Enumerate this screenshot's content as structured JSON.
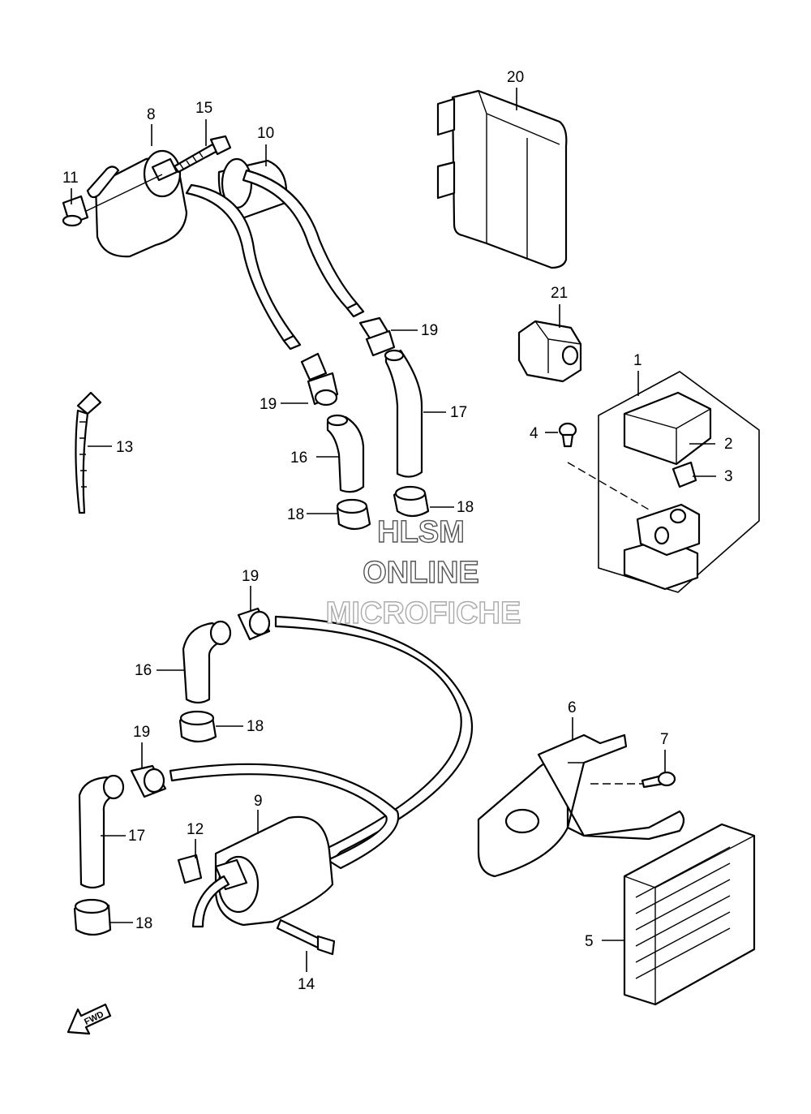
{
  "callouts": [
    {
      "id": "c1",
      "text": "1"
    },
    {
      "id": "c2",
      "text": "2"
    },
    {
      "id": "c3",
      "text": "3"
    },
    {
      "id": "c4",
      "text": "4"
    },
    {
      "id": "c5",
      "text": "5"
    },
    {
      "id": "c6",
      "text": "6"
    },
    {
      "id": "c7",
      "text": "7"
    },
    {
      "id": "c8",
      "text": "8"
    },
    {
      "id": "c9",
      "text": "9"
    },
    {
      "id": "c10",
      "text": "10"
    },
    {
      "id": "c11",
      "text": "11"
    },
    {
      "id": "c12",
      "text": "12"
    },
    {
      "id": "c13",
      "text": "13"
    },
    {
      "id": "c14",
      "text": "14"
    },
    {
      "id": "c15",
      "text": "15"
    },
    {
      "id": "c16a",
      "text": "16"
    },
    {
      "id": "c16b",
      "text": "16"
    },
    {
      "id": "c17a",
      "text": "17"
    },
    {
      "id": "c17b",
      "text": "17"
    },
    {
      "id": "c18a",
      "text": "18"
    },
    {
      "id": "c18b",
      "text": "18"
    },
    {
      "id": "c18c",
      "text": "18"
    },
    {
      "id": "c18d",
      "text": "18"
    },
    {
      "id": "c19a",
      "text": "19"
    },
    {
      "id": "c19b",
      "text": "19"
    },
    {
      "id": "c19c",
      "text": "19"
    },
    {
      "id": "c19d",
      "text": "19"
    },
    {
      "id": "c20",
      "text": "20"
    },
    {
      "id": "c21",
      "text": "21"
    }
  ],
  "watermark": {
    "line1": "HLSM",
    "line2": "ONLINE",
    "line3": "MICROFICHE"
  },
  "fwd_label": "FWD"
}
